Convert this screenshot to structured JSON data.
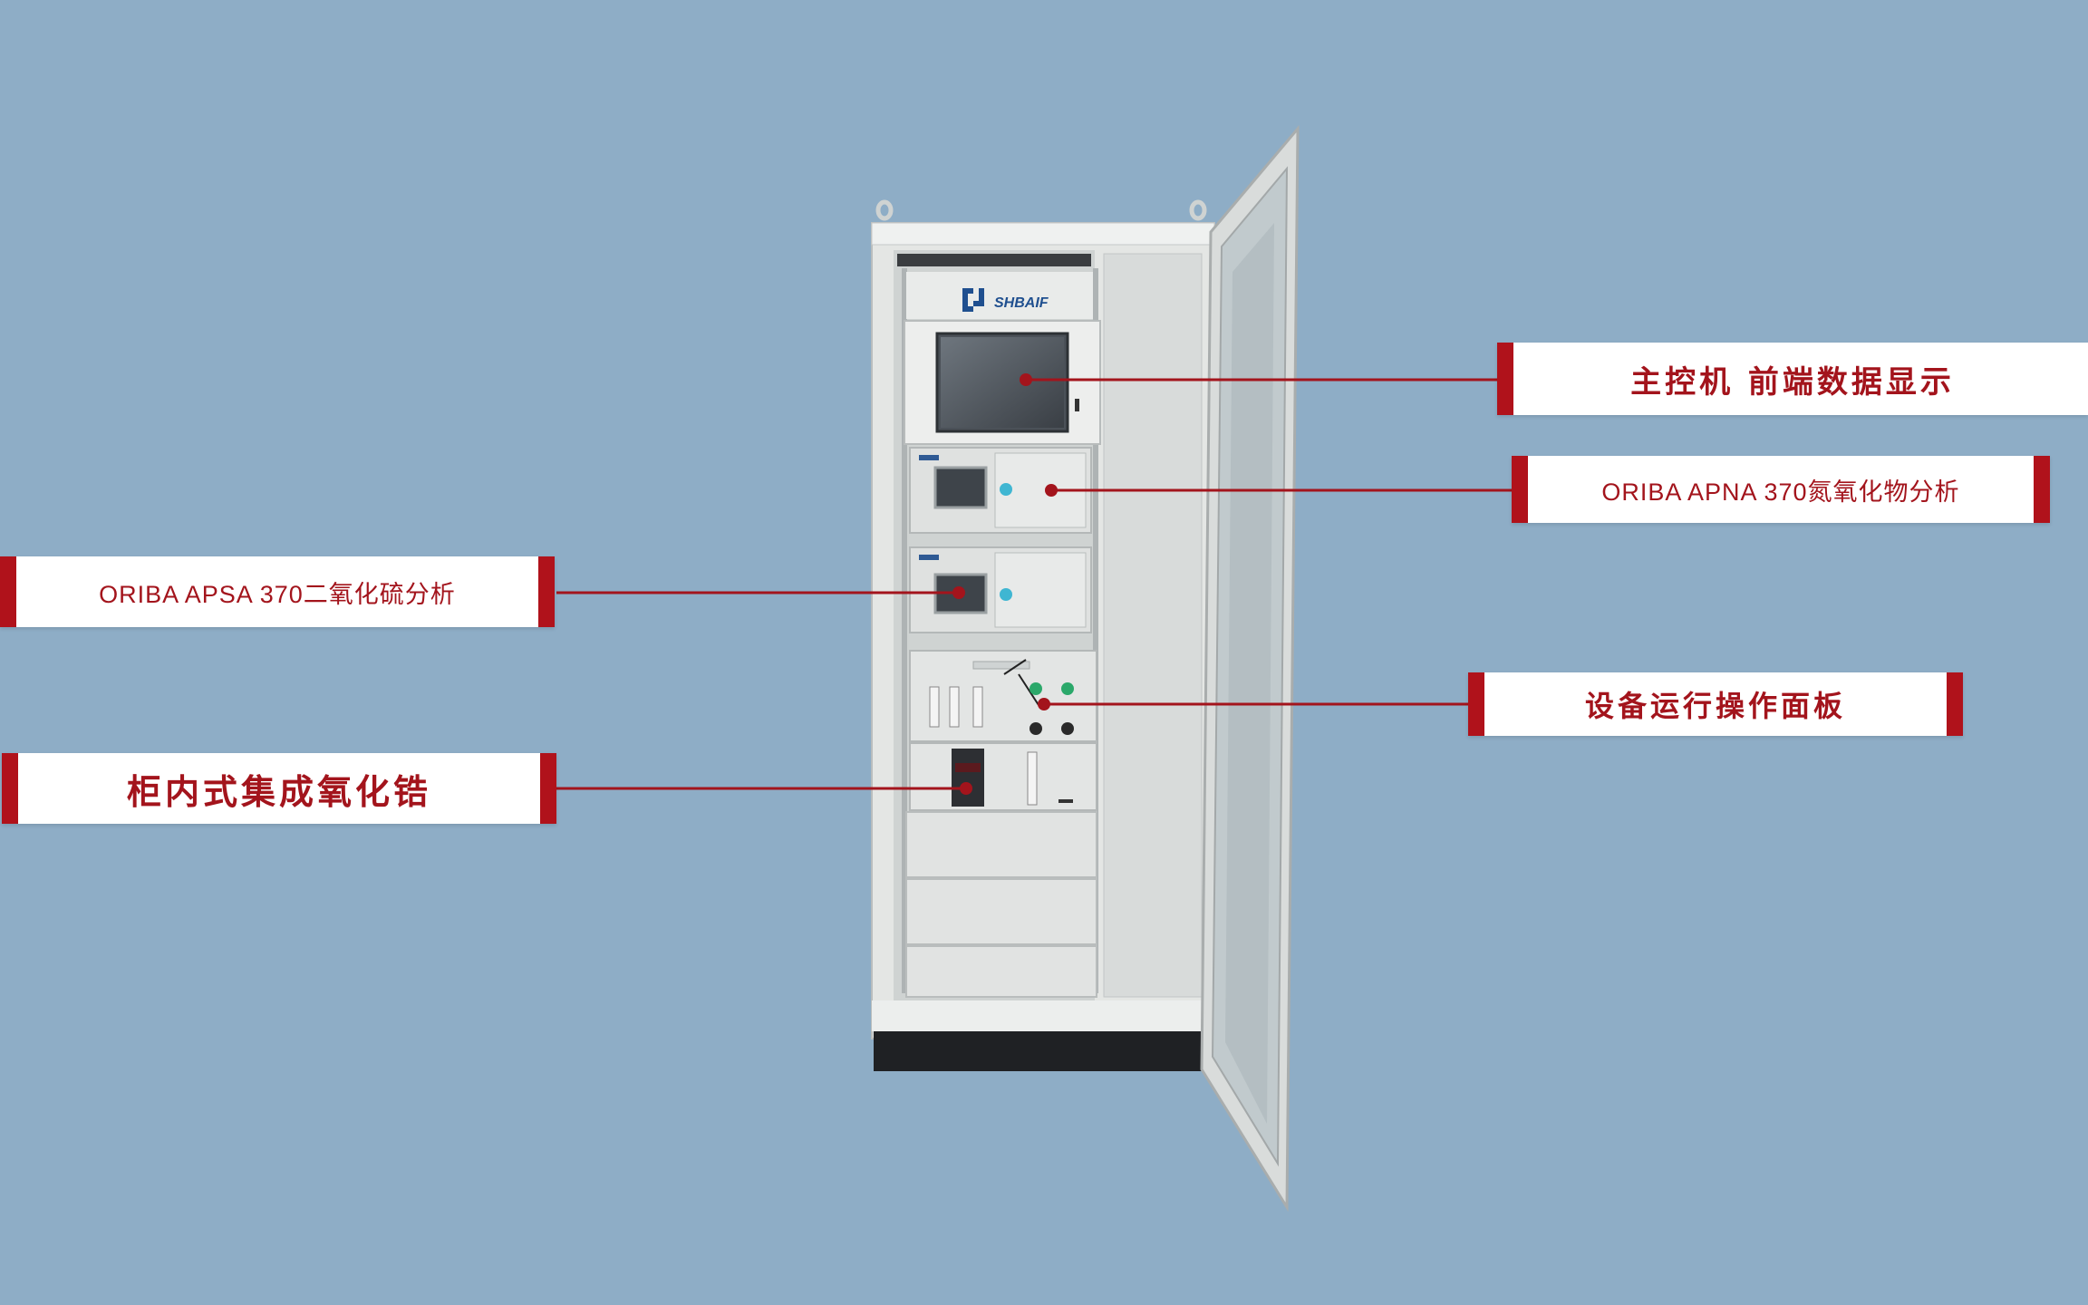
{
  "brand": {
    "logo_text": "SHBAIF"
  },
  "callouts": {
    "main_controller": "主控机 前端数据显示",
    "nox_analyzer": "ORIBA APNA 370氮氧化物分析",
    "so2_analyzer": "ORIBA APSA 370二氧化硫分析",
    "control_panel": "设备运行操作面板",
    "zirconia": "柜内式集成氧化锆"
  },
  "colors": {
    "background": "#8eadc6",
    "accent_red": "#b0121b",
    "cabinet": "#e4e6e4"
  }
}
